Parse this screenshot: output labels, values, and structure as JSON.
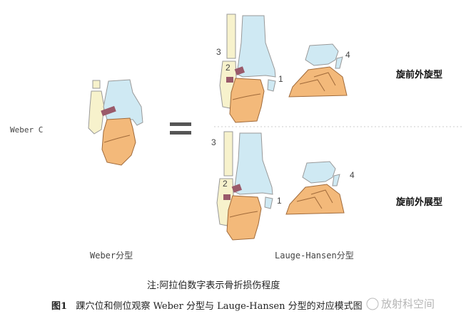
{
  "left_label": "Weber C",
  "equals": "=",
  "weber_caption": "Weber分型",
  "lh_caption": "Lauge-Hansen分型",
  "top_type": "旋前外旋型",
  "bottom_type": "旋前外展型",
  "top_numbers": [
    "3",
    "2",
    "1",
    "4"
  ],
  "bottom_numbers": [
    "3",
    "2",
    "1",
    "4"
  ],
  "note": "注:阿拉伯数字表示骨折损伤程度",
  "figure_label": "图1",
  "figure_caption": "踝穴位和侧位观察 Weber 分型与 Lauge-Hansen 分型的对应模式图",
  "watermark": "放射科空间",
  "colors": {
    "tibia": "#cfe9f3",
    "fibula": "#f7f2cc",
    "talus": "#f3b97a",
    "ligament": "#9a5a6a"
  }
}
